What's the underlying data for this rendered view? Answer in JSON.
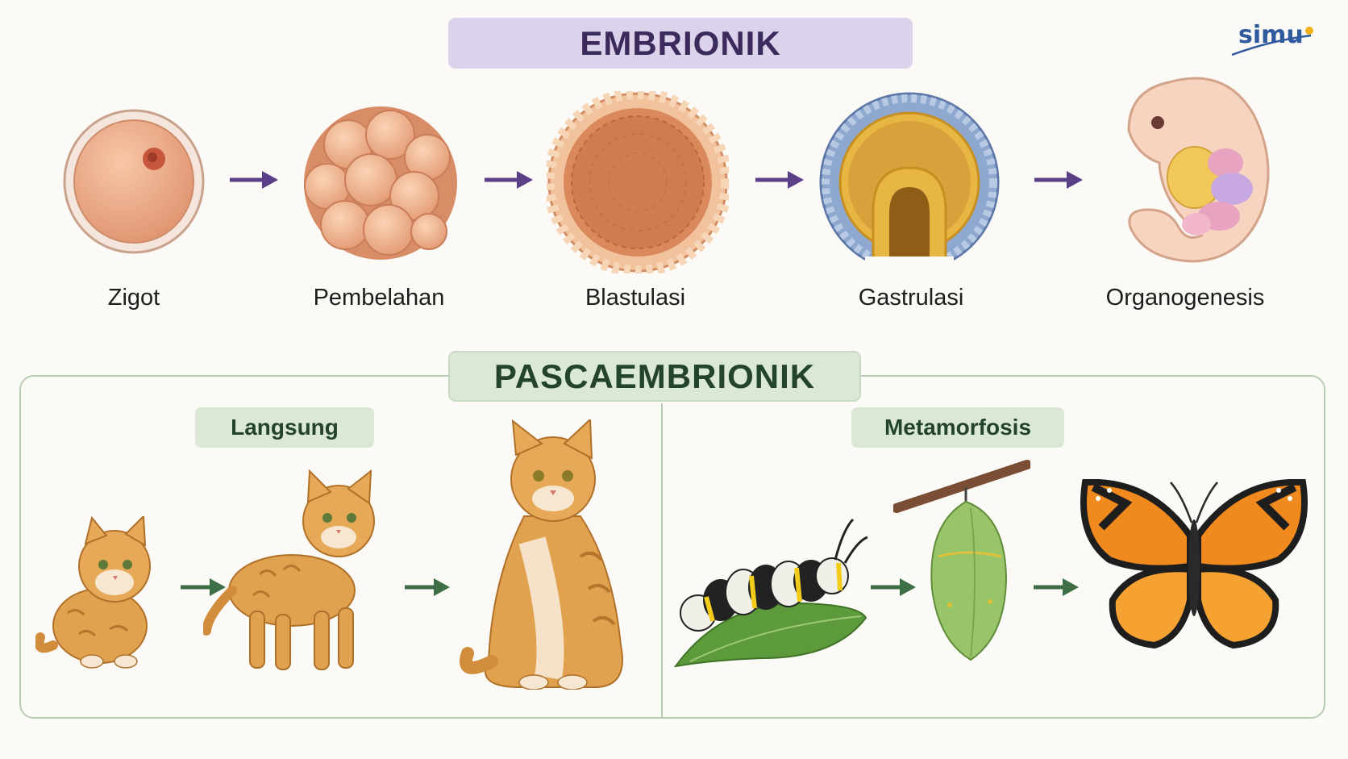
{
  "logo": {
    "text": "simu"
  },
  "embrionik": {
    "title": "EMBRIONIK",
    "stages": [
      "Zigot",
      "Pembelahan",
      "Blastulasi",
      "Gastrulasi",
      "Organogenesis"
    ]
  },
  "pascaembrionik": {
    "title": "PASCAEMBRIONIK",
    "langsung": {
      "label": "Langsung"
    },
    "metamorfosis": {
      "label": "Metamorfosis"
    }
  },
  "colors": {
    "embrionik_arrow": "#5b3f88",
    "pasca_arrow": "#3e6e45",
    "embrionik_badge": "#dcd2ec",
    "pasca_badge": "#dbe8d6"
  }
}
